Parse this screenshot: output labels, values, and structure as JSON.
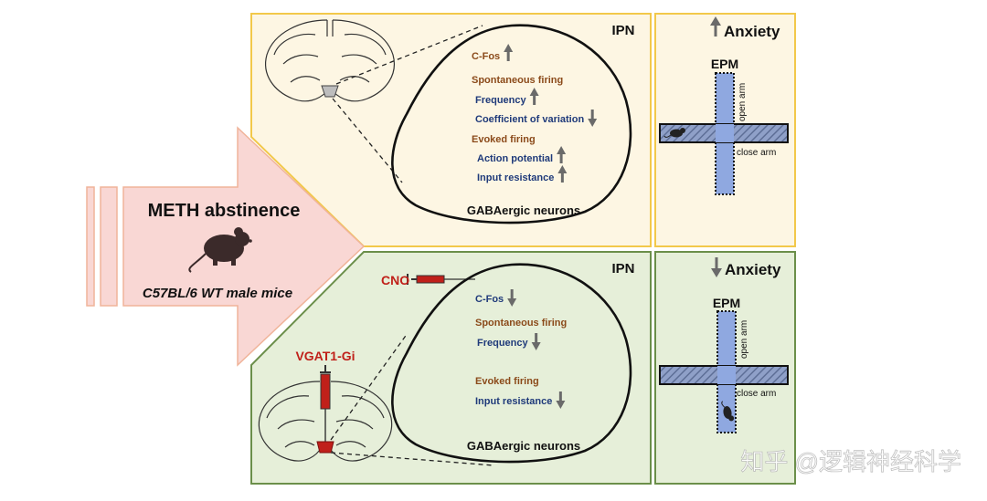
{
  "left": {
    "title": "METH abstinence",
    "subtitle": "C57BL/6 WT male mice"
  },
  "top_panel": {
    "region": "IPN",
    "neuron_label": "GABAergic neurons",
    "lines": [
      {
        "text": "C-Fos",
        "color": "#8b4a1a",
        "arrow": "up"
      },
      {
        "text": "Spontaneous firing",
        "color": "#8b4a1a",
        "arrow": ""
      },
      {
        "text": "Frequency",
        "color": "#1f3a7a",
        "arrow": "up"
      },
      {
        "text": "Coefficient of variation",
        "color": "#1f3a7a",
        "arrow": "down"
      },
      {
        "text": "Evoked firing",
        "color": "#8b4a1a",
        "arrow": ""
      },
      {
        "text": "Action potential",
        "color": "#1f3a7a",
        "arrow": "up"
      },
      {
        "text": "Input resistance",
        "color": "#1f3a7a",
        "arrow": "up"
      }
    ],
    "behavior": {
      "label": "Anxiety",
      "direction": "up",
      "test": "EPM",
      "open_arm": "open arm",
      "close_arm": "close arm"
    }
  },
  "bottom_panel": {
    "region": "IPN",
    "neuron_label": "GABAergic neurons",
    "drug": "CNO",
    "virus": "VGAT1-Gi",
    "lines": [
      {
        "text": "C-Fos",
        "color": "#1f3a7a",
        "arrow": "down"
      },
      {
        "text": "Spontaneous firing",
        "color": "#8b4a1a",
        "arrow": ""
      },
      {
        "text": "Frequency",
        "color": "#1f3a7a",
        "arrow": "down"
      },
      {
        "text": "Evoked firing",
        "color": "#8b4a1a",
        "arrow": ""
      },
      {
        "text": "Input resistance",
        "color": "#1f3a7a",
        "arrow": "down"
      }
    ],
    "behavior": {
      "label": "Anxiety",
      "direction": "down",
      "test": "EPM",
      "open_arm": "open arm",
      "close_arm": "close arm"
    }
  },
  "watermark": "知乎 @逻辑神经科学",
  "colors": {
    "top_fill": "#fdf6e3",
    "top_border": "#f2c84a",
    "bottom_fill": "#e6efd9",
    "bottom_border": "#6b8f4a",
    "arrow_fill": "#f9d7d4",
    "arrow_border": "#f0b49a",
    "maze_open": "#8fa8e0",
    "accent_red": "#c0201a",
    "arrow_gray": "#6a6a6a"
  }
}
